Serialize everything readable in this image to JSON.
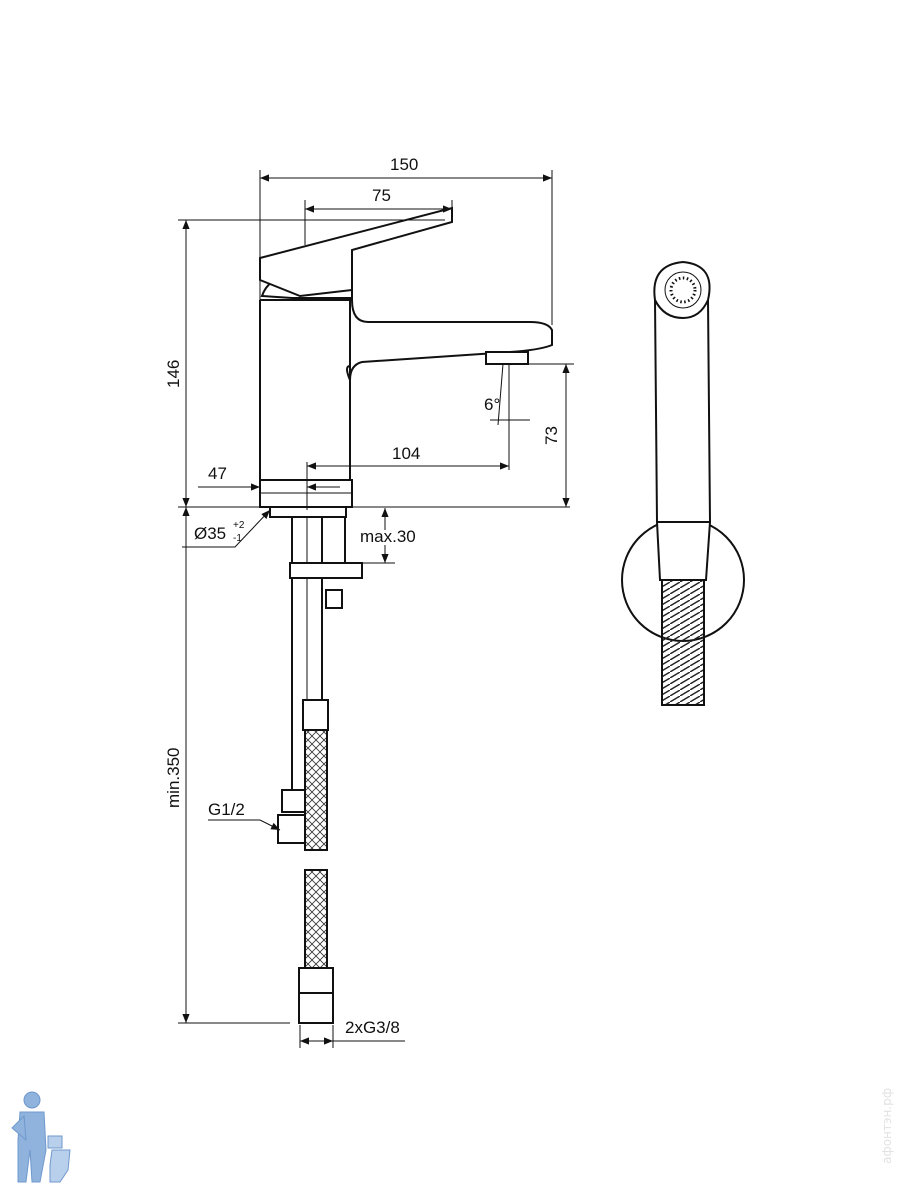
{
  "dimensions": {
    "overall_width": "150",
    "lever_width": "75",
    "overall_height": "146",
    "spout_height": "73",
    "spout_reach": "104",
    "axis_offset": "47",
    "spray_angle": "6°",
    "hole_diameter": "Ø35",
    "hole_tol_plus": "+2",
    "hole_tol_minus": "-1",
    "max_thickness": "max.30",
    "min_hose_length": "min.350",
    "valve_thread": "G1/2",
    "connection_thread": "2xG3/8"
  },
  "watermark": "афонтэн.рф",
  "colors": {
    "line": "#111111",
    "logo": "#8fb3dd"
  }
}
